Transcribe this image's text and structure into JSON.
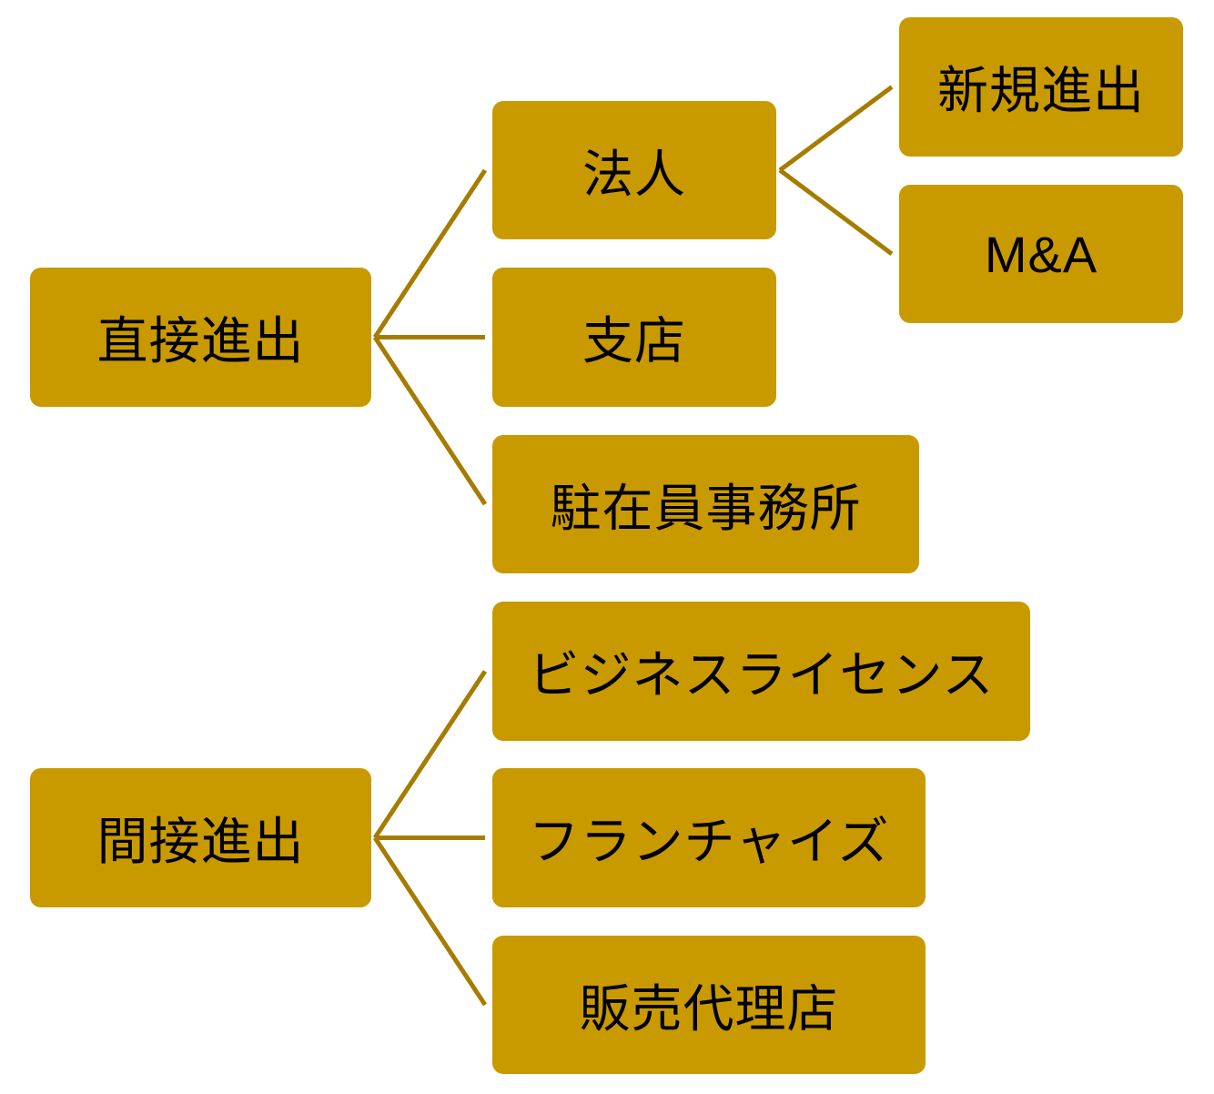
{
  "colors": {
    "box_fill": "#C99A00",
    "connector": "#A67C00",
    "text": "#000000",
    "background": "#FFFFFF"
  },
  "diagram": {
    "nodes": {
      "direct": "直接進出",
      "indirect": "間接進出",
      "corporation": "法人",
      "branch": "支店",
      "rep_office": "駐在員事務所",
      "new_entry": "新規進出",
      "ma": "M&A",
      "business_license": "ビジネスライセンス",
      "franchise": "フランチャイズ",
      "sales_agent": "販売代理店"
    },
    "edges": [
      [
        "direct",
        "corporation"
      ],
      [
        "direct",
        "branch"
      ],
      [
        "direct",
        "rep_office"
      ],
      [
        "corporation",
        "new_entry"
      ],
      [
        "corporation",
        "ma"
      ],
      [
        "indirect",
        "business_license"
      ],
      [
        "indirect",
        "franchise"
      ],
      [
        "indirect",
        "sales_agent"
      ]
    ]
  }
}
